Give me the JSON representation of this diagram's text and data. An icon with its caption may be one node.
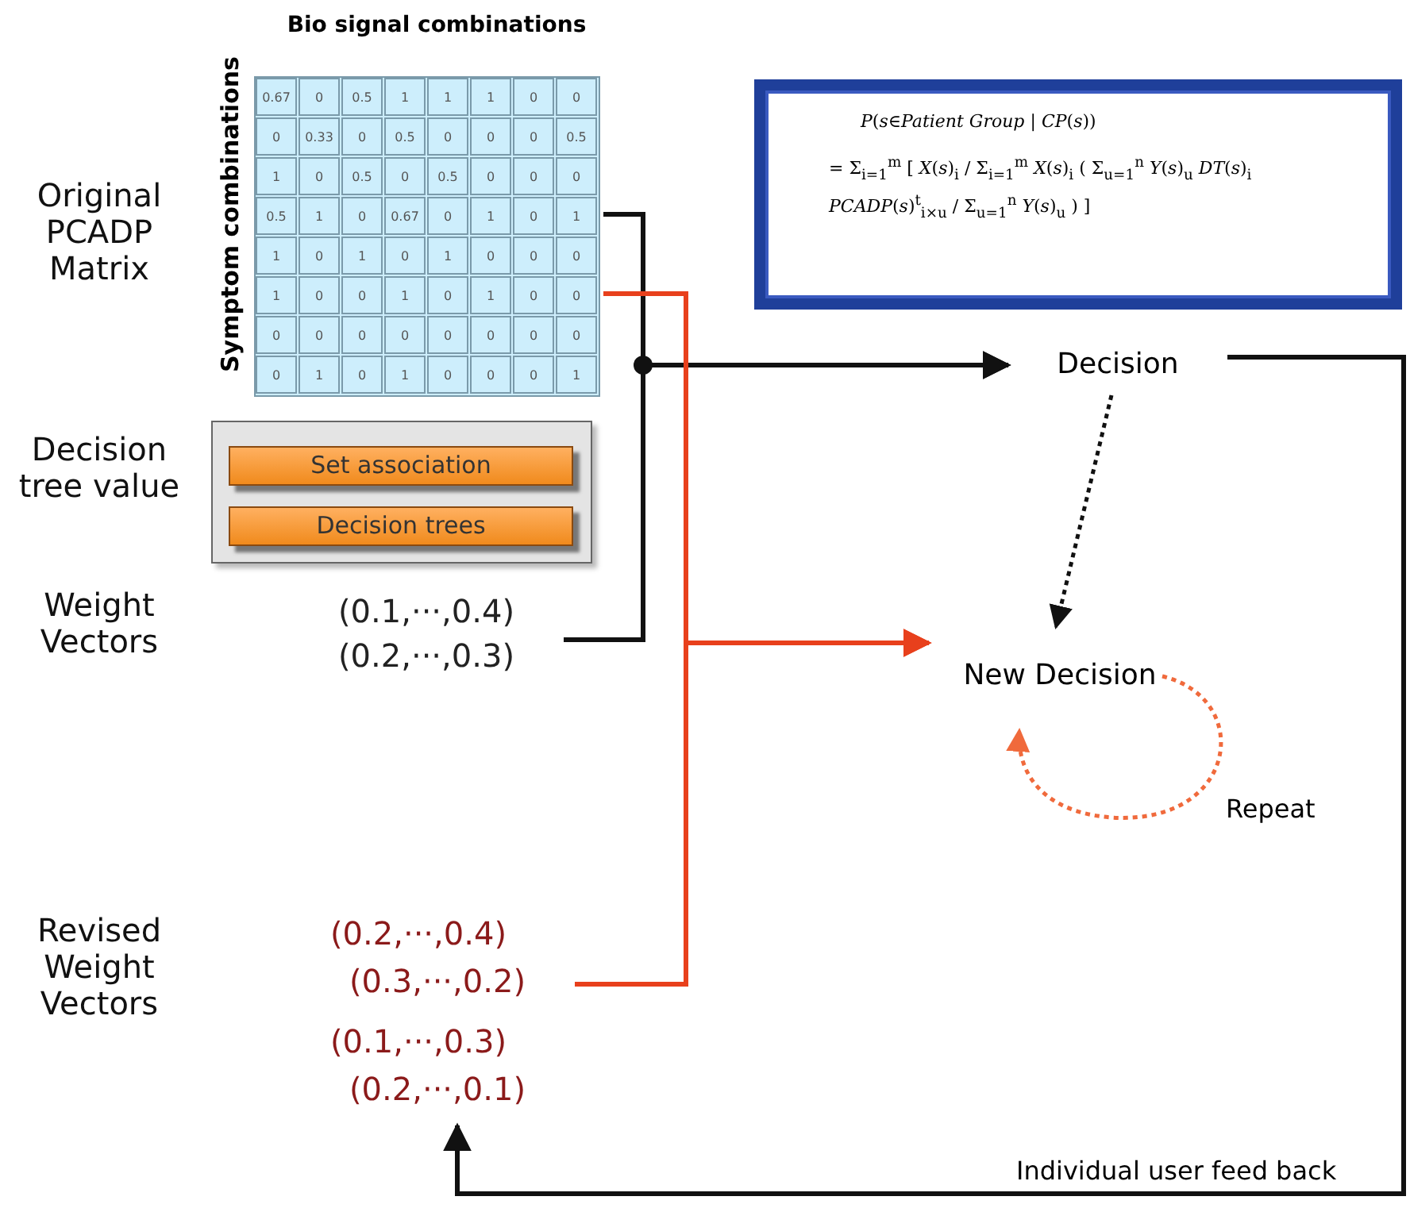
{
  "diagram": {
    "nodes": [
      {
        "text": [
          "Bio signal combinations",
          "Symptom combinations"
        ]
      },
      {
        "text": [],
        "shape": "box"
      },
      {
        "text": [
          "Set association"
        ],
        "in": 1
      },
      {
        "text": [
          "Decision trees"
        ],
        "in": 1
      },
      {
        "text": [
          "(0.1,···,0.4)",
          "(0.2,···,0.3)"
        ]
      },
      {
        "text": [
          "*P*(*s*∈*Patient Group* | *CP*(*s*))",
          "= Σ$_{i=1}$$^{m}$ [ *X*(*s*)$_{i}$ / Σ$_{i=1}$$^{m}$ *X*(*s*)$_{i}$ ( Σ$_{u=1}$$^{n}$ *Y*(*s*)$_{u}$ *DT*(*s*)$_{i}$ *PCADP*(*s*)$^{t}$$_{i×u}$ / Σ$_{u=1}$$^{n}$ *Y*(*s*)$_{u}$ ) ]"
        ]
      },
      {
        "text": [
          "Decision"
        ]
      },
      {
        "text": [
          "New Decision"
        ]
      },
      {
        "text": [
          "(0.2,···,0.4)",
          "(0.3,···,0.2)",
          "(0.1,···,0.3)",
          "(0.2,···,0.1)"
        ]
      }
    ],
    "edges": [
      {
        "from": 0,
        "to": 6,
        "arrow": "to"
      },
      {
        "from": 4,
        "to": 6,
        "arrow": "to"
      },
      {
        "from": 0,
        "to": 7,
        "arrow": "to",
        "color": "#e8401c"
      },
      {
        "from": 8,
        "to": 7,
        "arrow": "to",
        "color": "#e8401c"
      },
      {
        "from": 6,
        "to": 7,
        "arrow": "to",
        "style": "dashed"
      },
      {
        "from": 7,
        "to": 7,
        "arrow": "to",
        "style": "dashed",
        "color": "#f06a3c",
        "label": "Repeat"
      },
      {
        "from": 6,
        "to": 8,
        "arrow": "to",
        "label": "Individual user feed back"
      }
    ],
    "labels": [
      "Original PCADP Matrix",
      "Decision tree value",
      "Weight Vectors",
      "Revised Weight Vectors",
      "0.67",
      "0",
      "0.5",
      "1",
      "1",
      "1",
      "0",
      "0",
      "0",
      "0.33",
      "0",
      "0.5",
      "0",
      "0",
      "0",
      "0.5",
      "1",
      "0",
      "0.5",
      "0",
      "0.5",
      "0",
      "0",
      "0",
      "0.5",
      "1",
      "0",
      "0.67",
      "0",
      "1",
      "0",
      "1",
      "1",
      "0",
      "1",
      "0",
      "1",
      "0",
      "0",
      "0",
      "1",
      "0",
      "0",
      "1",
      "0",
      "1",
      "0",
      "0",
      "0",
      "0",
      "0",
      "0",
      "0",
      "0",
      "0",
      "0",
      "0",
      "1",
      "0",
      "1",
      "0",
      "0",
      "0",
      "1"
    ]
  }
}
